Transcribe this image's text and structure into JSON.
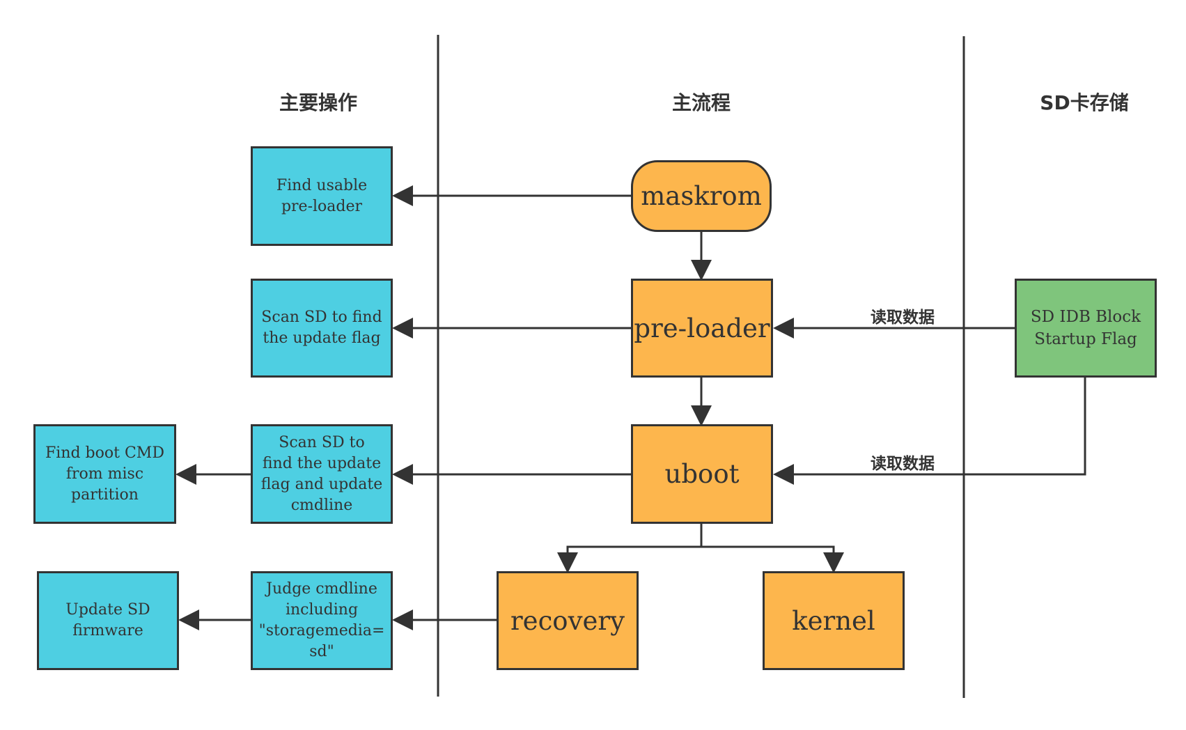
{
  "lanes": {
    "left": "主要操作",
    "middle": "主流程",
    "right": "SD卡存储"
  },
  "nodes": {
    "maskrom": "maskrom",
    "preloader": "pre-loader",
    "uboot": "uboot",
    "recovery": "recovery",
    "kernel": "kernel",
    "find_preloader": "Find usable\npre-loader",
    "scan_flag": "Scan SD to find\nthe update flag",
    "scan_cmdline": "Scan SD to\nfind the update\nflag and update\ncmdline",
    "find_boot_cmd": "Find boot CMD\nfrom misc\npartition",
    "judge_cmdline": "Judge cmdline\nincluding\n\"storagemedia=\nsd\"",
    "update_fw": "Update SD\nfirmware",
    "sd_idb": "SD IDB Block\nStartup Flag"
  },
  "edge_labels": {
    "read1": "读取数据",
    "read2": "读取数据"
  },
  "colors": {
    "blue": "#4ecfe2",
    "orange": "#fdb64d",
    "green": "#7fc57c",
    "line": "#333333"
  }
}
